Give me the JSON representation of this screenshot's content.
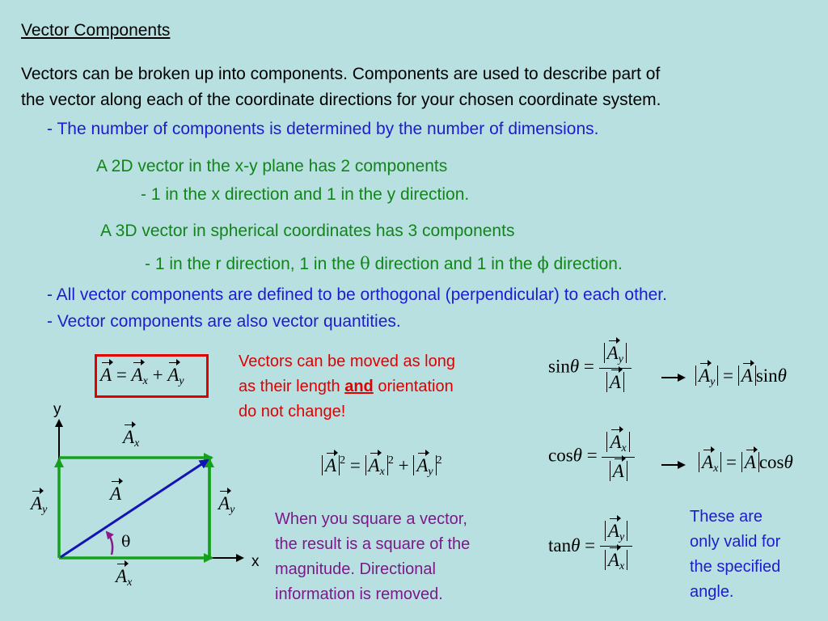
{
  "title": "Vector Components",
  "intro": [
    "Vectors can be broken up into components.  Components are used to describe part of",
    "the vector along each of the coordinate directions for your chosen coordinate system."
  ],
  "points": {
    "dims": "- The number of components is determined by the number of dimensions.",
    "v2d": "A 2D vector in the x-y plane has 2 components",
    "v2d_detail": "- 1 in the x direction and 1 in the y direction.",
    "v3d": "A 3D vector in spherical coordinates has 3 components",
    "v3d_a": "- 1 in the r direction, 1 in the ",
    "theta": "θ",
    "v3d_b": " direction and 1 in the ",
    "phi": "ϕ",
    "v3d_c": " direction.",
    "orthogonal": "- All vector components are defined to be orthogonal (perpendicular) to each other.",
    "quantities": "- Vector components are also vector quantities."
  },
  "note_move": {
    "line1": "Vectors can be moved as long",
    "line2a": "as their length ",
    "line2b": "and",
    "line2c": " orientation",
    "line3": "do not change!"
  },
  "note_square": [
    "When you square a vector,",
    "the result is a square of the",
    "magnitude.  Directional",
    "information is removed."
  ],
  "note_angle": [
    "These are",
    "only valid for",
    "the specified",
    "angle."
  ],
  "diagram": {
    "y": "y",
    "x": "x",
    "theta": "θ",
    "A": "A",
    "sub_x": "x",
    "sub_y": "y"
  },
  "equations": {
    "sin": "sin",
    "cos": "cos",
    "tan": "tan",
    "theta": "θ",
    "equals": "=",
    "plus": "+",
    "A": "A",
    "sub_x": "x",
    "sub_y": "y",
    "square": "2"
  },
  "colors": {
    "background": "#b9e0e1",
    "blue_text": "#1c1ccf",
    "green_text": "#11851a",
    "red_text": "#e00000",
    "purple_text": "#7a1a88",
    "box_border": "#e00000",
    "rect_green": "#13a11a",
    "diagonal_blue": "#1414b4"
  }
}
